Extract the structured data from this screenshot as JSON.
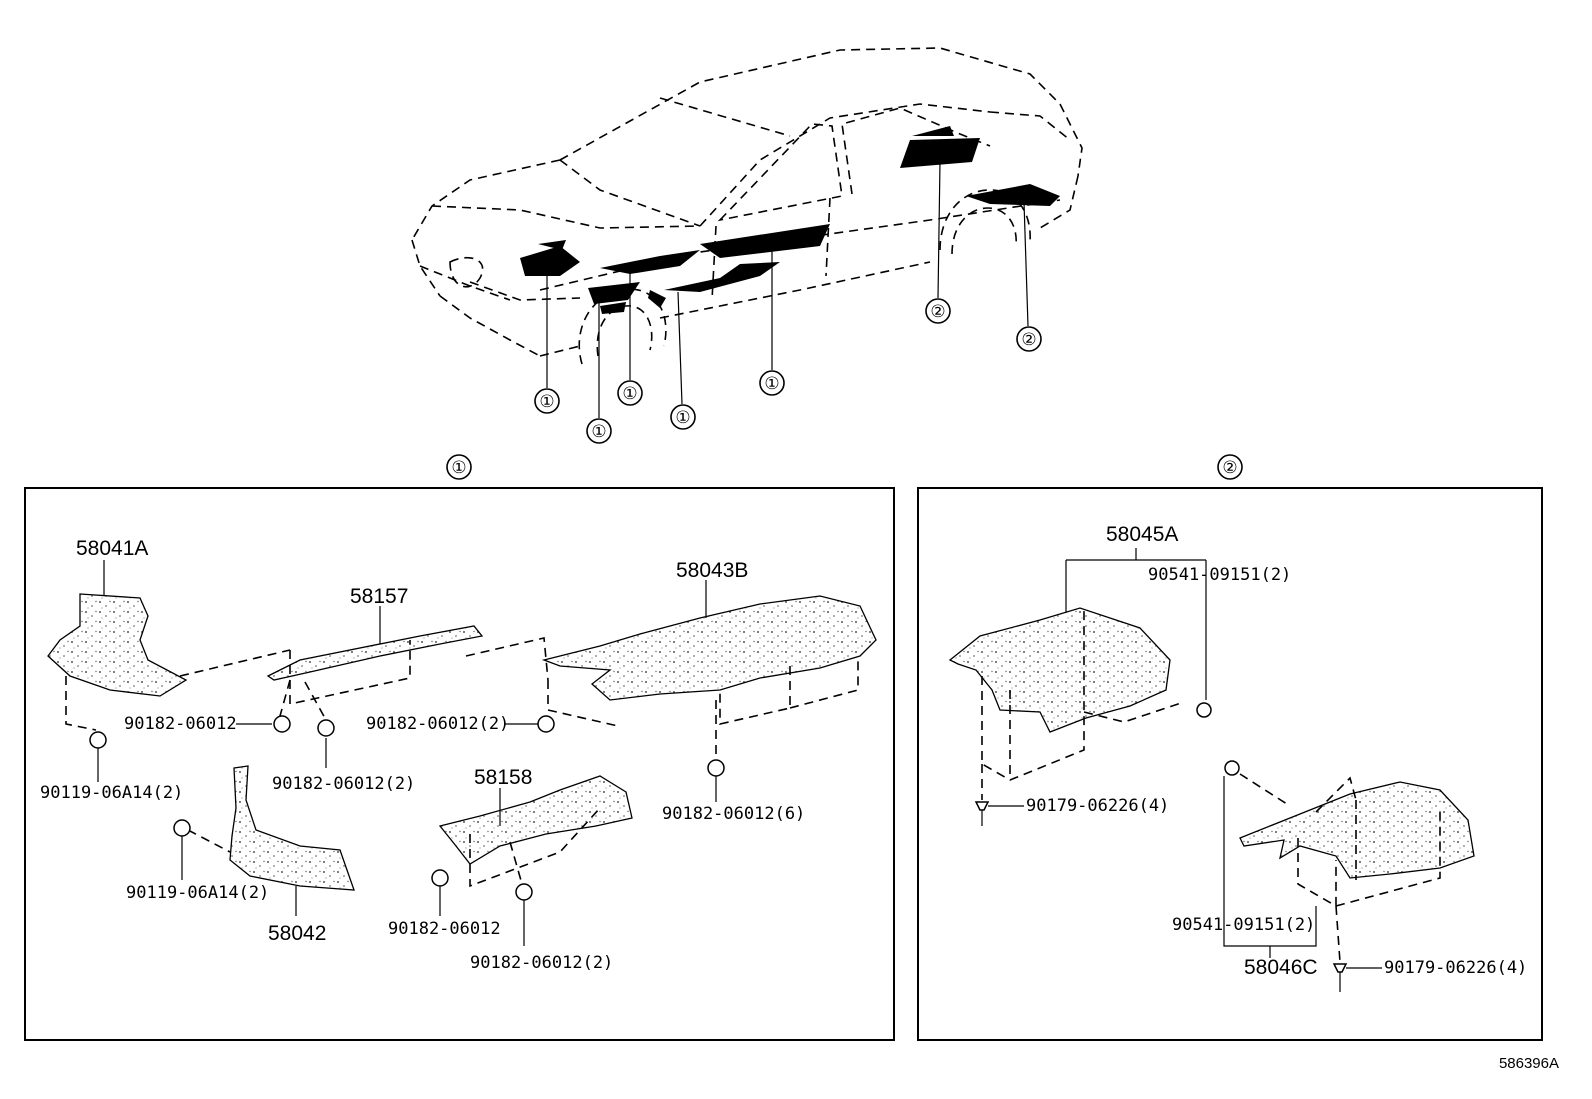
{
  "reference_code": "586396A",
  "callout_symbols": {
    "one": "①",
    "two": "②"
  },
  "panels": {
    "left": {
      "label": "①"
    },
    "right": {
      "label": "②"
    }
  },
  "car_callouts": [
    "①",
    "①",
    "①",
    "①",
    "①",
    "②",
    "②"
  ],
  "parts_left": {
    "p58041A": "58041A",
    "p58157": "58157",
    "p58043B": "58043B",
    "p58042": "58042",
    "p58158": "58158",
    "f90182_06012_a": "90182-06012",
    "f90182_06012_2_a": "90182-06012(2)",
    "f90182_06012_2_b": "90182-06012(2)",
    "f90119_06A14_2_a": "90119-06A14(2)",
    "f90119_06A14_2_b": "90119-06A14(2)",
    "f90182_06012_6": "90182-06012(6)",
    "f90182_06012_b": "90182-06012",
    "f90182_06012_2_c": "90182-06012(2)"
  },
  "parts_right": {
    "p58045A": "58045A",
    "f90541_09151_2_a": "90541-09151(2)",
    "f90179_06226_4_a": "90179-06226(4)",
    "f90541_09151_2_b": "90541-09151(2)",
    "p58046C": "58046C",
    "f90179_06226_4_b": "90179-06226(4)"
  }
}
